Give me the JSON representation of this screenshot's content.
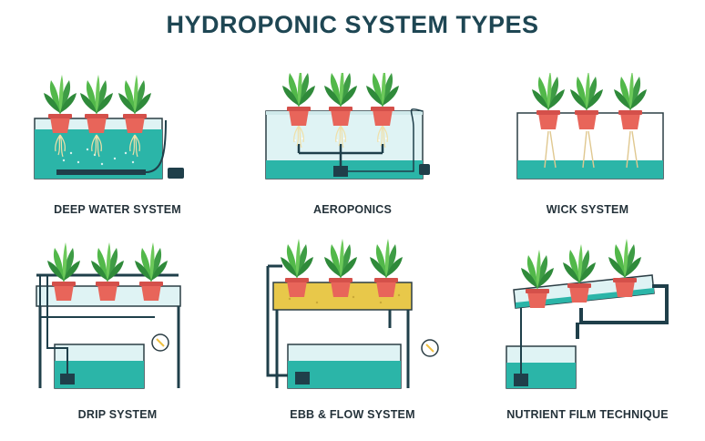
{
  "title": "HYDROPONIC SYSTEM TYPES",
  "systems": [
    {
      "label": "DEEP WATER SYSTEM"
    },
    {
      "label": "AEROPONICS"
    },
    {
      "label": "WICK SYSTEM"
    },
    {
      "label": "DRIP SYSTEM"
    },
    {
      "label": "EBB & FLOW SYSTEM"
    },
    {
      "label": "NUTRIENT FILM TECHNIQUE"
    }
  ],
  "colors": {
    "title": "#1e4653",
    "water": "#2bb5a8",
    "water_light": "#dff3f4",
    "tank_outline": "#2c3e45",
    "pot": "#e8655a",
    "leaf": "#52b84a",
    "leaf_dark": "#2f8a3a",
    "pipe": "#1f3f4a",
    "growbed": "#e8c84a"
  }
}
